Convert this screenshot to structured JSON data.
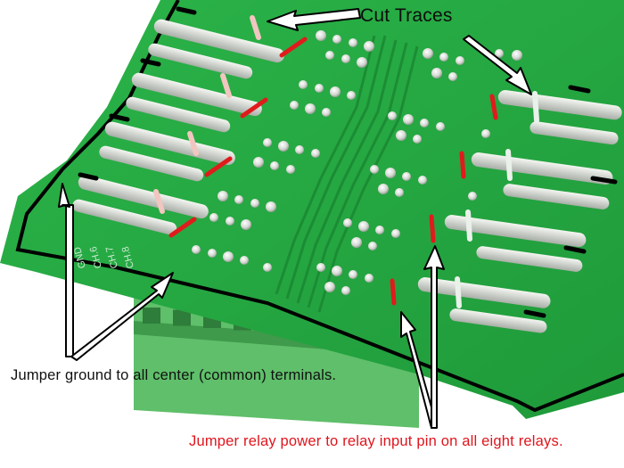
{
  "photo": {
    "subject": "relay-board",
    "colors": {
      "background": "#ffffff",
      "board_green": "#27a943",
      "board_dark": "#1d8a34",
      "pad_silver": "#d9dcd6",
      "terminal_green": "#5fbf6a",
      "outline_black": "#000000",
      "cut_mark_pink": "#f2c6c0",
      "cut_mark_white": "#eaf1ea",
      "jumper_red": "#e01b1b",
      "arrow_fill": "#ffffff",
      "arrow_stroke": "#000000"
    }
  },
  "annotations": {
    "cut_traces": "Cut Traces",
    "jumper_ground": "Jumper ground to all center (common) terminals.",
    "jumper_power": "Jumper relay power to relay input pin on all eight relays."
  },
  "silkscreen": {
    "labels": [
      "CH.8",
      "CH.7",
      "CH.6",
      "GND"
    ]
  },
  "annotation_colors": {
    "cut_traces": "#0d0d0d",
    "jumper_ground": "#111111",
    "jumper_power": "#e0141c"
  }
}
